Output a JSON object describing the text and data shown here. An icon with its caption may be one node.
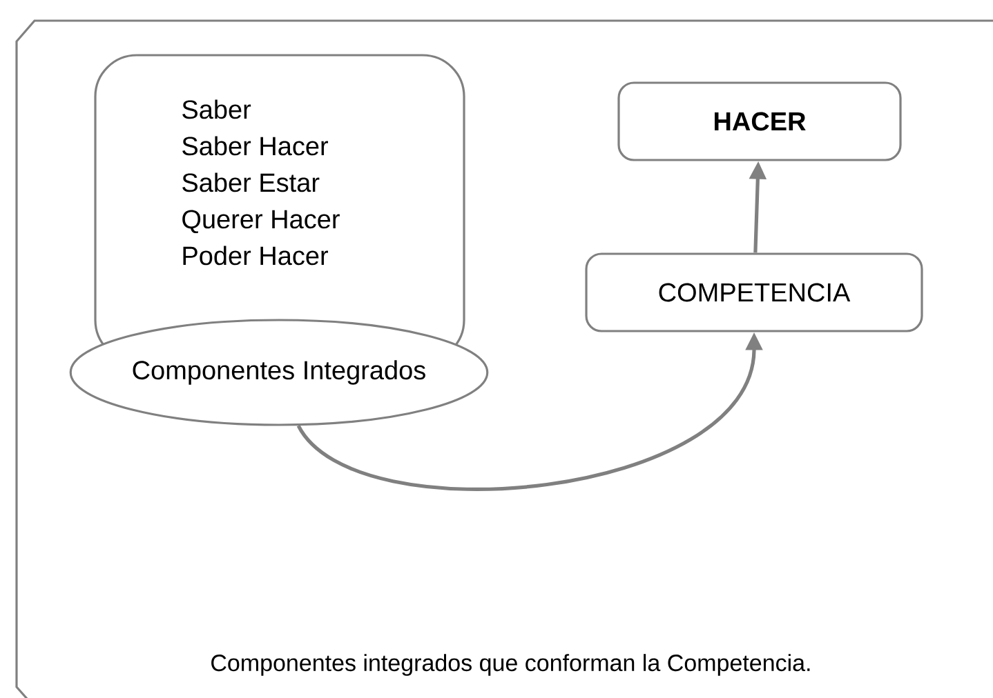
{
  "diagram": {
    "caption": "Componentes integrados que conforman la Competencia.",
    "nodes": [
      {
        "text": [
          "Saber",
          "Saber Hacer",
          "Saber Estar",
          "Querer Hacer",
          "Poder Hacer"
        ]
      },
      {
        "text": [
          "Componentes Integrados"
        ]
      },
      {
        "text": [
          "COMPETENCIA"
        ]
      },
      {
        "text": [
          "**HACER**"
        ]
      }
    ],
    "edges": [
      {
        "from": 1,
        "to": 2,
        "arrow": "to"
      },
      {
        "from": 2,
        "to": 3,
        "arrow": "to"
      }
    ]
  }
}
